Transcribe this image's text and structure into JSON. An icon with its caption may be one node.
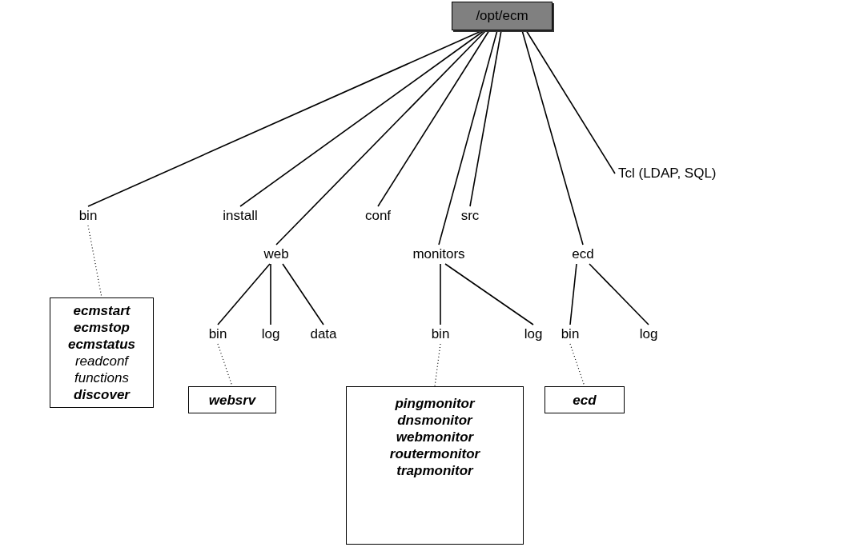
{
  "diagram": {
    "nodes": [
      {
        "text": [
          "/opt/ecm"
        ]
      },
      {
        "text": [
          "bin"
        ]
      },
      {
        "text": [
          "install"
        ]
      },
      {
        "text": [
          "conf"
        ]
      },
      {
        "text": [
          "src"
        ]
      },
      {
        "text": [
          "Tcl (LDAP, SQL)"
        ]
      },
      {
        "text": [
          "web"
        ]
      },
      {
        "text": [
          "monitors"
        ]
      },
      {
        "text": [
          "ecd"
        ]
      },
      {
        "text": [
          "bin"
        ]
      },
      {
        "text": [
          "log"
        ]
      },
      {
        "text": [
          "data"
        ]
      },
      {
        "text": [
          "bin"
        ]
      },
      {
        "text": [
          "log"
        ]
      },
      {
        "text": [
          "bin"
        ]
      },
      {
        "text": [
          "log"
        ]
      },
      {
        "text": [
          "**ecmstart ecmstop ecmstatus** readconf functions **discover**"
        ]
      },
      {
        "text": [
          "websrv"
        ]
      },
      {
        "text": [
          "pingmonitor dnsmonitor webmonitor routermonitor trapmonitor"
        ]
      },
      {
        "text": [
          "ecd"
        ]
      }
    ],
    "edges": [
      {
        "from": 0,
        "to": 1,
        "arrow": "none"
      },
      {
        "from": 0,
        "to": 2,
        "arrow": "none"
      },
      {
        "from": 0,
        "to": 6,
        "arrow": "none"
      },
      {
        "from": 0,
        "to": 3,
        "arrow": "none"
      },
      {
        "from": 0,
        "to": 7,
        "arrow": "none"
      },
      {
        "from": 0,
        "to": 4,
        "arrow": "none"
      },
      {
        "from": 0,
        "to": 8,
        "arrow": "none"
      },
      {
        "from": 0,
        "to": 5,
        "arrow": "none"
      },
      {
        "from": 6,
        "to": 9,
        "arrow": "none"
      },
      {
        "from": 6,
        "to": 10,
        "arrow": "none"
      },
      {
        "from": 6,
        "to": 11,
        "arrow": "none"
      },
      {
        "from": 7,
        "to": 12,
        "arrow": "none"
      },
      {
        "from": 7,
        "to": 13,
        "arrow": "none"
      },
      {
        "from": 8,
        "to": 14,
        "arrow": "none"
      },
      {
        "from": 8,
        "to": 15,
        "arrow": "none"
      },
      {
        "from": 1,
        "to": 16,
        "arrow": "none",
        "style": "dashed"
      },
      {
        "from": 9,
        "to": 17,
        "arrow": "none",
        "style": "dashed"
      },
      {
        "from": 12,
        "to": 18,
        "arrow": "none",
        "style": "dashed"
      },
      {
        "from": 14,
        "to": 19,
        "arrow": "none",
        "style": "dashed"
      }
    ]
  }
}
